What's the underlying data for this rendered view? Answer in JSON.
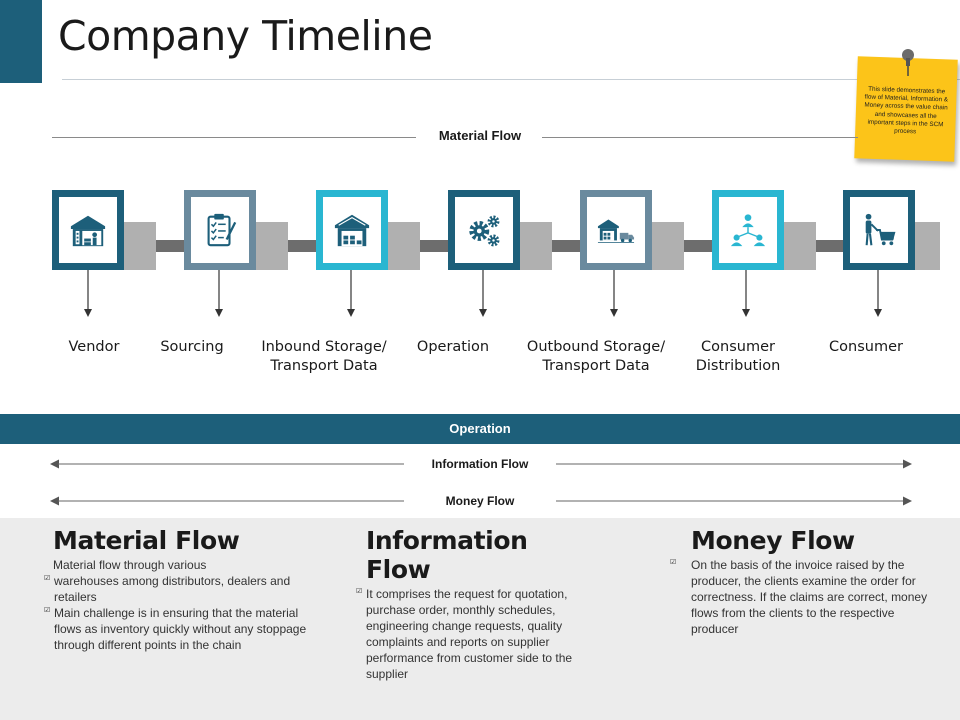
{
  "title": "Company Timeline",
  "note": "This slide demonstrates the flow of Material, Information & Money across the value chain and showcases all the important steps in the SCM process",
  "material_flow_label": "Material Flow",
  "stages": [
    {
      "label_1": "Vendor",
      "label_2": "",
      "icon": "warehouse-worker-icon"
    },
    {
      "label_1": "Sourcing",
      "label_2": "",
      "icon": "clipboard-checklist-icon"
    },
    {
      "label_1": "Inbound Storage/",
      "label_2": "Transport Data",
      "icon": "warehouse-icon"
    },
    {
      "label_1": "Operation",
      "label_2": "",
      "icon": "gears-icon"
    },
    {
      "label_1": "Outbound Storage/",
      "label_2": "Transport Data",
      "icon": "warehouse-truck-icon"
    },
    {
      "label_1": "Consumer",
      "label_2": "Distribution",
      "icon": "people-network-icon"
    },
    {
      "label_1": "Consumer",
      "label_2": "",
      "icon": "shopper-cart-icon"
    }
  ],
  "colors": {
    "dark_teal": "#1d5f7a",
    "bright_teal": "#29b6d1",
    "slate": "#6a8a9e",
    "note_yellow": "#fcc419"
  },
  "operation_label": "Operation",
  "information_flow_label": "Information Flow",
  "money_flow_label": "Money Flow",
  "columns": {
    "material": {
      "heading": "Material Flow",
      "intro": "Material flow through various",
      "bullet_1": "warehouses among distributors, dealers and retailers",
      "bullet_2": "Main challenge is in ensuring that the material flows as inventory quickly without any stoppage through different points in the chain"
    },
    "information": {
      "heading": "Information Flow",
      "bullet_1": "It comprises the request for quotation, purchase order, monthly schedules, engineering change requests, quality complaints and reports on supplier performance from customer side to the supplier"
    },
    "money": {
      "heading": "Money Flow",
      "bullet_1": "On the basis of the invoice raised by the producer, the clients examine the order for correctness. If the claims are correct, money flows from the clients to the respective producer"
    }
  }
}
